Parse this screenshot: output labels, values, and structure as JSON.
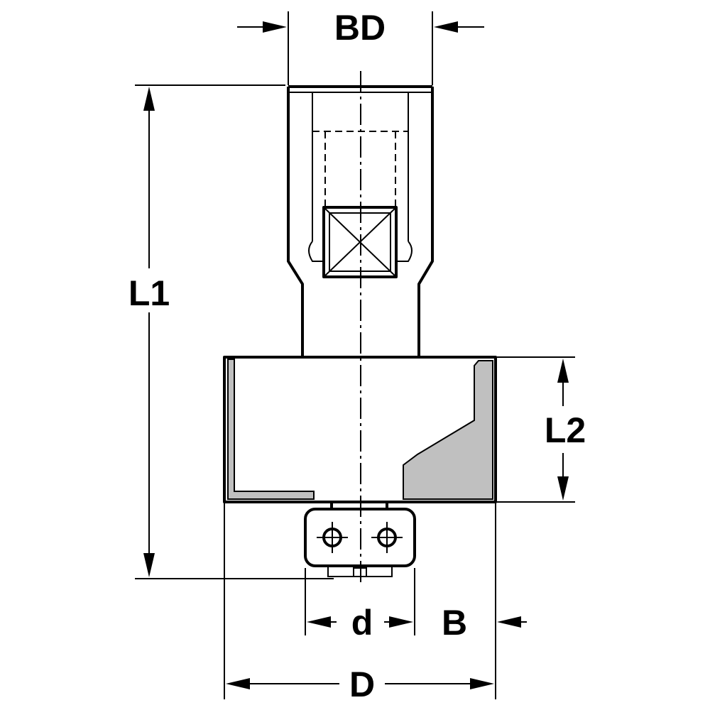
{
  "labels": {
    "bore_diameter": "BD",
    "overall_length": "L1",
    "cutting_length": "L2",
    "pilot_diameter": "d",
    "cutting_width": "B",
    "diameter": "D"
  },
  "colors": {
    "line": "#000000",
    "insert_fill": "#c0c0c0",
    "background": "#ffffff"
  }
}
